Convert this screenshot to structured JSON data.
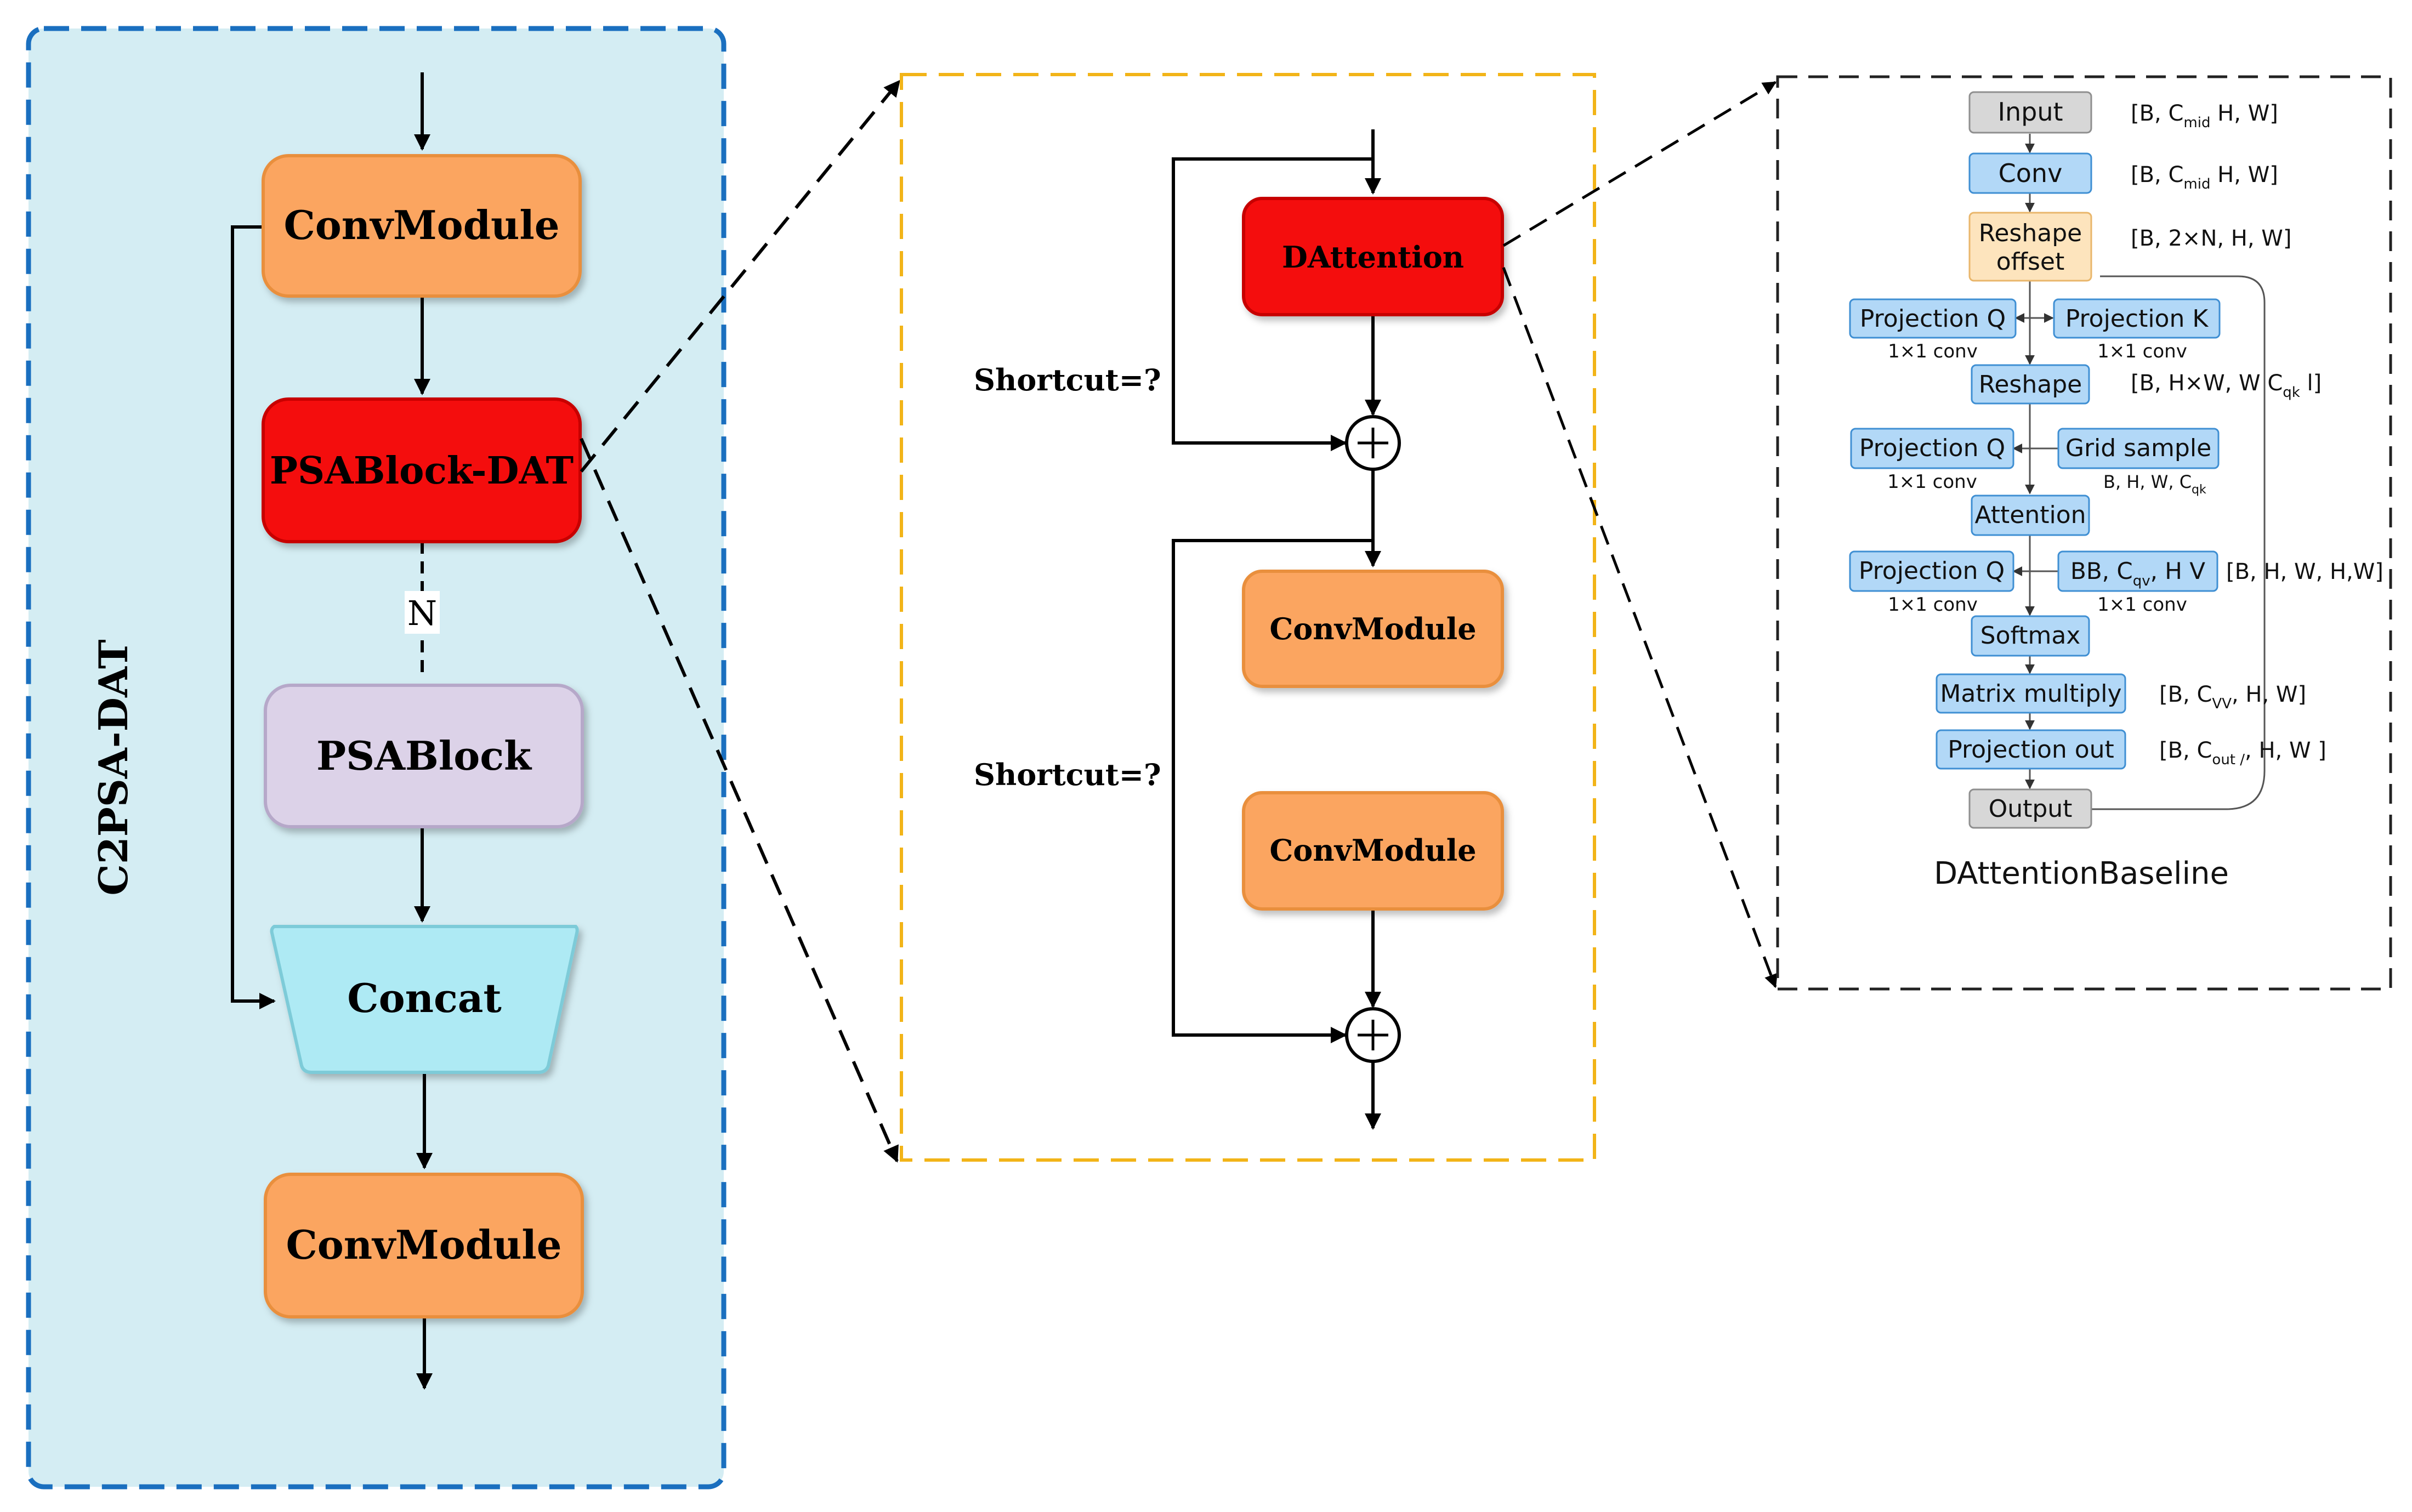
{
  "colors": {
    "panel_bg": "#d4edf3",
    "panel_border": "#1a6fbf",
    "mid_border": "#f2b418",
    "orange": "#fba561",
    "orange_border": "#e98f3d",
    "red": "#f40c0c",
    "red_border": "#c70000",
    "lavender": "#dcd2e8",
    "lavender_border": "#b6a8c9",
    "concat": "#aeeaf4",
    "concat_border": "#7dcbd8",
    "blue_box": "#b2d8f7",
    "blue_box_border": "#3f8fd3",
    "gray_box": "#d7d7d7",
    "gray_box_border": "#8f8f8f",
    "reshape_offset": "#fde4bd",
    "reshape_offset_border": "#e9b66b"
  },
  "left": {
    "side_title": "C2PSA-DAT",
    "conv_top": "ConvModule",
    "psablock_dat": "PSABlock-DAT",
    "n_label": "N",
    "psablock": "PSABlock",
    "concat": "Concat",
    "conv_bottom": "ConvModule"
  },
  "middle": {
    "dattention": "DAttention",
    "shortcut_1": "Shortcut=?",
    "shortcut_2": "Shortcut=?",
    "conv_1": "ConvModule",
    "conv_2": "ConvModule",
    "plus": "+"
  },
  "right": {
    "caption": "DAttentionBaseline",
    "nodes": {
      "input": "Input",
      "conv": "Conv",
      "reshape_offset_1": "Reshape",
      "reshape_offset_2": "offset",
      "projection_q_1": "Projection Q",
      "projection_k": "Projection K",
      "reshape": "Reshape",
      "projection_q_2": "Projection Q",
      "grid_sample": "Grid sample",
      "attention": "Attention",
      "projection_q_3": "Projection Q",
      "bb_hv": "BB, C",
      "bb_hv_sub": "qv",
      "bb_hv_tail": ", H V",
      "softmax": "Softmax",
      "matrix_multiply": "Matrix multiply",
      "projection_out": "Projection out",
      "output": "Output"
    },
    "small_labels": {
      "conv_1x1_a": "1×1 conv",
      "conv_1x1_b": "1×1 conv",
      "conv_1x1_c": "1×1 conv",
      "conv_1x1_d": "1×1 conv",
      "conv_1x1_e": "1×1 conv",
      "grid_dims": "B, H, W, C",
      "grid_dims_sub": "qk"
    },
    "dims": {
      "input_pre": "[B, C",
      "input_sub": "mid",
      "input_post": " H, W]",
      "conv_pre": "[B, C",
      "conv_sub": "mid",
      "conv_post": " H, W]",
      "offset": "[B, 2×N, H, W]",
      "reshape_pre": "[B, H×W, W C",
      "reshape_sub": "qk",
      "reshape_post": " l]",
      "bb": "[B, H, W, H,W]",
      "mm_pre": "[B, C",
      "mm_sub": "VV",
      "mm_post": ", H, W]",
      "po_pre": "[B, C",
      "po_sub": "out /",
      "po_post": ", H, W ]"
    }
  }
}
